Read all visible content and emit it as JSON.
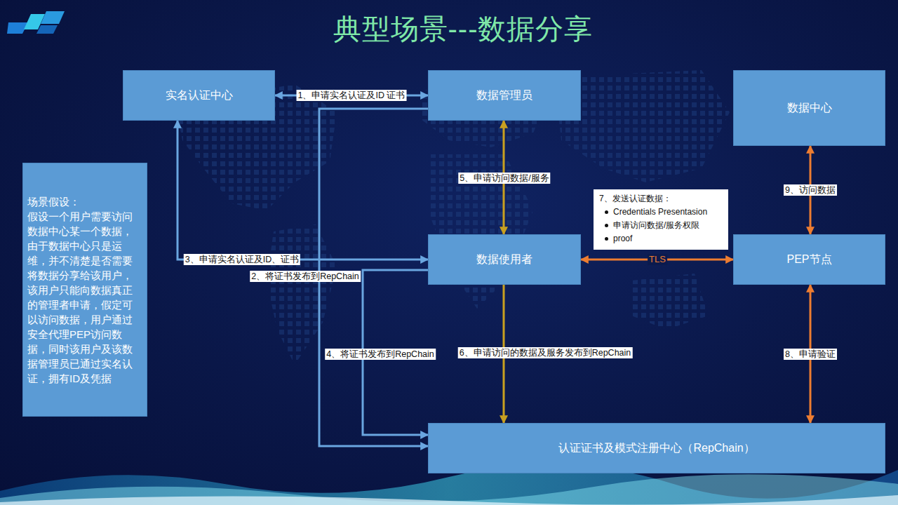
{
  "diagram": {
    "title": "典型场景---数据分享",
    "nodes": [
      {
        "text": [
          "实名认证中心"
        ]
      },
      {
        "text": [
          "数据管理员"
        ]
      },
      {
        "text": [
          "数据中心"
        ]
      },
      {
        "text": [
          "场景假设：",
          "假设一个用户需要访问数据中心某一个数据，由于数据中心只是运维，并不清楚是否需要将数据分享给该用户，该用户只能向数据真正的管理者申请，假定可以访问数据，用户通过 安全代理PEP访问数据，同时该用户及该数据管理员已通过实名认证，拥有ID及凭据"
        ]
      },
      {
        "text": [
          "数据使用者"
        ]
      },
      {
        "text": [
          "PEP节点"
        ]
      },
      {
        "text": [
          "认证证书及模式注册中心（RepChain）"
        ]
      }
    ],
    "edges": [
      {
        "from": 0,
        "to": 1,
        "arrow": "both",
        "label": "1、申请实名认证及ID 证书"
      },
      {
        "from": 1,
        "to": 6,
        "arrow": "to",
        "label": "2、将证书发布到RepChain"
      },
      {
        "from": 0,
        "to": 4,
        "arrow": "both",
        "label": "3、申请实名认证及ID、证书"
      },
      {
        "from": 4,
        "to": 6,
        "arrow": "to",
        "label": "4、将证书发布到RepChain"
      },
      {
        "from": 1,
        "to": 4,
        "arrow": "both",
        "label": "5、申请访问数据/服务"
      },
      {
        "from": 4,
        "to": 6,
        "arrow": "to",
        "label": "6、申请访问的数据及服务发布到RepChain"
      },
      {
        "from": 4,
        "to": 5,
        "arrow": "both",
        "label": "TLS"
      },
      {
        "from": 5,
        "to": 6,
        "arrow": "both",
        "label": "8、申请验证"
      },
      {
        "from": 5,
        "to": 2,
        "arrow": "both",
        "label": "9、访问数据"
      }
    ],
    "labels": [
      "7、发送认证数据：",
      "Credentials Presentasion",
      "申请访问数据/服务权限",
      "proof"
    ]
  }
}
